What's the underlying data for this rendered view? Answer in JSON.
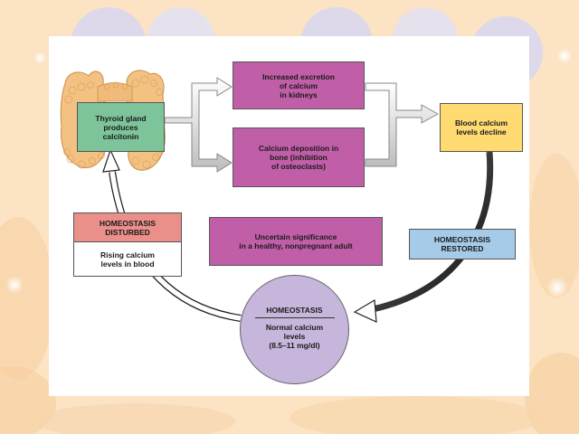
{
  "colors": {
    "page_background": "#fbe3c4",
    "slide_background": "#ffffff",
    "thyroid_tissue": "#f3c283",
    "thyroid_label": "#7dc49a",
    "response_boxes": "#c05fa8",
    "blood_calcium_decline": "#ffdb72",
    "homeostasis_disturbed": "#ea8f8a",
    "homeostasis_restored": "#a6cbe8",
    "homeostasis_circle": "#c6b6dc"
  },
  "diagram": {
    "thyroid": {
      "icon": "thyroid-gland-illustration",
      "label": "Thyroid gland\nproduces\ncalcitonin"
    },
    "responses": {
      "excretion": "Increased excretion\nof calcium\nin kidneys",
      "deposition": "Calcium deposition in\nbone (inhibition\nof osteoclasts)",
      "uncertain": "Uncertain significance\nin a healthy, nonpregnant adult"
    },
    "blood_calcium_decline": "Blood calcium\nlevels decline",
    "homeostasis_restored": "HOMEOSTASIS\nRESTORED",
    "homeostasis_disturbed": {
      "title": "HOMEOSTASIS\nDISTURBED",
      "detail": "Rising calcium\nlevels in blood"
    },
    "homeostasis": {
      "title": "HOMEOSTASIS",
      "detail": "Normal calcium\nlevels\n(8.5–11 mg/dl)"
    }
  }
}
